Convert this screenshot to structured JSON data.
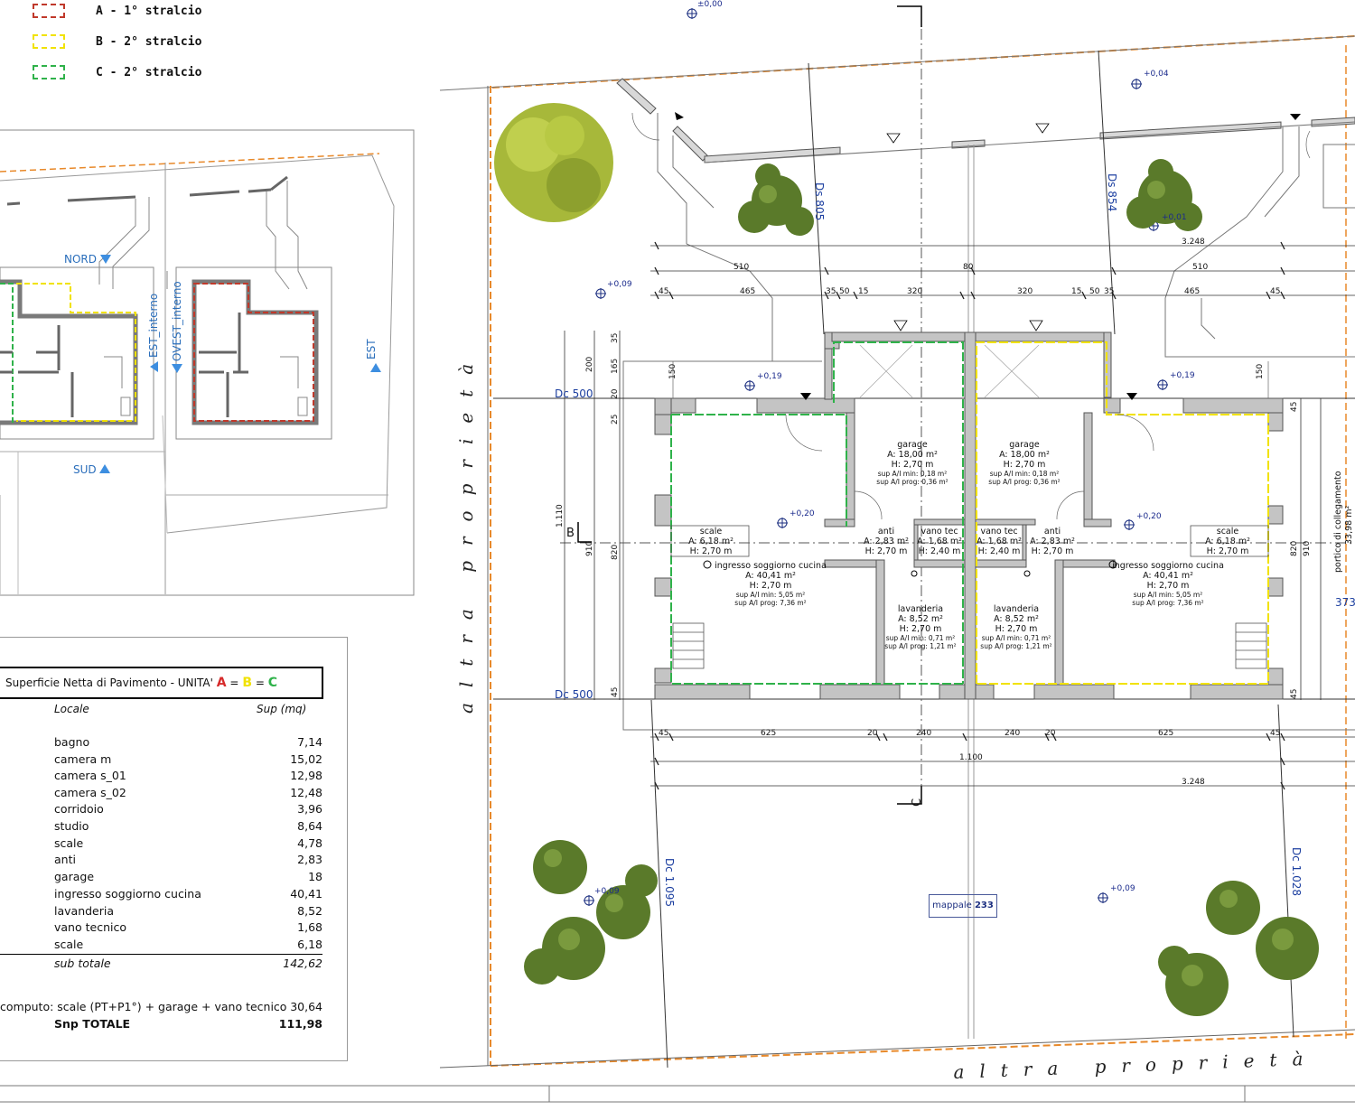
{
  "legend": {
    "items": [
      {
        "label": "A - 1° stralcio",
        "color": "#c0392b"
      },
      {
        "label": "B - 2° stralcio",
        "color": "#f1e200"
      },
      {
        "label": "C - 2° stralcio",
        "color": "#2fb24a"
      }
    ]
  },
  "key_plan": {
    "nord": "NORD",
    "sud": "SUD",
    "est": "EST",
    "est_interno": "EST_interno",
    "ovest_interno": "OVEST_interno"
  },
  "snp_table": {
    "title_prefix": "Superficie Netta di Pavimento - UNITA'",
    "title_a": "A",
    "title_eq1": "=",
    "title_b": "B",
    "title_eq2": "=",
    "title_c": "C",
    "col_locale": "Locale",
    "col_sup": "Sup (mq)",
    "rows": [
      {
        "name": "bagno",
        "value": "7,14"
      },
      {
        "name": "camera m",
        "value": "15,02"
      },
      {
        "name": "camera s_01",
        "value": "12,98"
      },
      {
        "name": "camera s_02",
        "value": "12,48"
      },
      {
        "name": "corridoio",
        "value": "3,96"
      },
      {
        "name": "studio",
        "value": "8,64"
      },
      {
        "name": "scale",
        "value": "4,78"
      },
      {
        "name": "anti",
        "value": "2,83"
      },
      {
        "name": "garage",
        "value": "18"
      },
      {
        "name": "ingresso soggiorno cucina",
        "value": "40,41"
      },
      {
        "name": "lavanderia",
        "value": "8,52"
      },
      {
        "name": "vano tecnico",
        "value": "1,68"
      },
      {
        "name": "scale",
        "value": "6,18"
      }
    ],
    "subtotal_label": "sub totale",
    "subtotal_value": "142,62",
    "computo_label": "computo: scale (PT+P1°) + garage + vano tecnico",
    "computo_value": "30,64",
    "total_label": "Snp TOTALE",
    "total_value": "111,98"
  },
  "plan": {
    "rooms": {
      "garage_name": "garage",
      "garage_area": "A: 18,00 m²",
      "garage_h": "H: 2,70 m",
      "garage_min": "sup A/I min: 0,18 m²",
      "garage_prog": "sup A/I prog: 0,36 m²",
      "anti_name": "anti",
      "anti_area": "A: 2,83 m²",
      "anti_h": "H: 2,70 m",
      "vano_name": "vano tec",
      "vano_area": "A: 1,68 m²",
      "vano_h": "H: 2,40 m",
      "scale_name": "scale",
      "scale_area": "A: 6,18 m²",
      "scale_h": "H: 2,70 m",
      "ingresso_name": "ingresso soggiorno cucina",
      "ingresso_area": "A: 40,41 m²",
      "ingresso_h": "H: 2,70 m",
      "ingresso_min": "sup A/I min: 5,05 m²",
      "ingresso_prog": "sup A/I prog: 7,36 m²",
      "lav_name": "lavanderia",
      "lav_area": "A: 8,52 m²",
      "lav_h": "H: 2,70 m",
      "lav_min": "sup A/I min: 0,71 m²",
      "lav_prog": "sup A/I prog: 1,21 m²"
    },
    "distances": {
      "ds_left": "Ds 805",
      "ds_right": "Ds 854",
      "dc_top": "Dc 500",
      "dc_bottom": "Dc 500",
      "dc_bl": "Dc 1.095",
      "dc_br": "Dc 1.028",
      "dim_373": "373"
    },
    "elevations": {
      "e0": "±0,00",
      "e004": "+0,04",
      "e009a": "+0,09",
      "e019a": "+0,19",
      "e019b": "+0,19",
      "e020a": "+0,20",
      "e020b": "+0,20",
      "e009b": "+0,09",
      "e009c": "+0,09",
      "e001": "+0,01"
    },
    "dims": {
      "d3248a": "3.248",
      "d510a": "510",
      "d80": "80",
      "d510b": "510",
      "d45a": "45",
      "d465a": "465",
      "d35a": "35",
      "d50a": "50",
      "d15a": "15",
      "d320a": "320",
      "d320b": "320",
      "d15b": "15",
      "d50b": "50",
      "d35b": "35",
      "d465b": "465",
      "d45b": "45",
      "d45c": "45",
      "d625a": "625",
      "d20a": "20",
      "d240a": "240",
      "d240b": "240",
      "d20b": "20",
      "d625b": "625",
      "d45d": "45",
      "d1100": "1.100",
      "d3248b": "3.248",
      "v200": "200",
      "v35": "35",
      "v165": "165",
      "v150a": "150",
      "v20": "20",
      "v25": "25",
      "v1110": "1.110",
      "v910": "910",
      "v820a": "820",
      "v45a": "45",
      "v150b": "150",
      "v45b": "45",
      "v820b": "820",
      "v910b": "910",
      "v45c": "45"
    },
    "section_b": "B",
    "section_c": "C",
    "portico_line1": "portico di collegamento",
    "portico_line2": "33,98 m²",
    "altra_left": "altra proprietà",
    "altra_bottom": "altra proprietà",
    "mappale_label": "mappale",
    "mappale_num": "233"
  },
  "colors": {
    "a": "#c0392b",
    "b": "#f1e200",
    "c": "#2fb24a",
    "boundary": "#e8892a",
    "wall": "#9a9a9a",
    "tree": "#5a7a2a",
    "tree_light": "#a7b83a"
  }
}
